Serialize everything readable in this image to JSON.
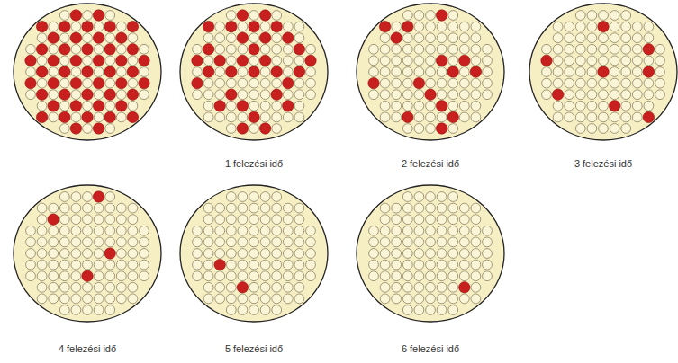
{
  "diagram": {
    "labels": [
      "1 felezési idő",
      "2 felezési idő",
      "3 felezési idő",
      "4 felezési idő",
      "5 felezési idő",
      "6 felezési idő"
    ]
  }
}
